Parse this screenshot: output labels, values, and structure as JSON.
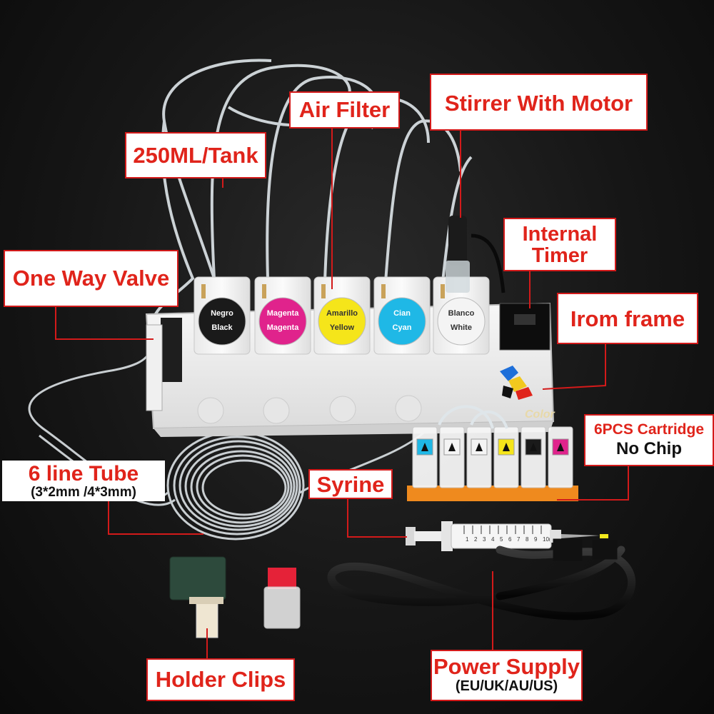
{
  "labels": {
    "air_filter": "Air Filter",
    "stirrer": "Stirrer With Motor",
    "tank": "250ML/Tank",
    "timer": "Internal\nTimer",
    "valve": "One Way Valve",
    "frame": "Irom frame",
    "cartridge_title": "6PCS Cartridge",
    "cartridge_sub": "No Chip",
    "tube_title": "6 line Tube",
    "tube_sub": "(3*2mm /4*3mm)",
    "syringe": "Syrine",
    "holder": "Holder Clips",
    "power_title": "Power Supply",
    "power_sub": "(EU/UK/AU/US)"
  },
  "tanks": [
    {
      "top": "Negro",
      "bottom": "Black",
      "color": "#1a1a1a",
      "text_color": "#ffffff"
    },
    {
      "top": "Magenta",
      "bottom": "Magenta",
      "color": "#e0238c",
      "text_color": "#ffffff"
    },
    {
      "top": "Amarillo",
      "bottom": "Yellow",
      "color": "#f5e51a",
      "text_color": "#333333"
    },
    {
      "top": "Cian",
      "bottom": "Cyan",
      "color": "#1fb8e6",
      "text_color": "#ffffff"
    },
    {
      "top": "Blanco",
      "bottom": "White",
      "color": "#f4f4f4",
      "text_color": "#333333"
    }
  ],
  "syringe_scale": [
    "1",
    "2",
    "3",
    "4",
    "5",
    "6",
    "7",
    "8",
    "9",
    "10ml"
  ],
  "brand_text": "Color",
  "colors": {
    "accent": "#e0241b",
    "leader_line": "#d31a1a"
  }
}
